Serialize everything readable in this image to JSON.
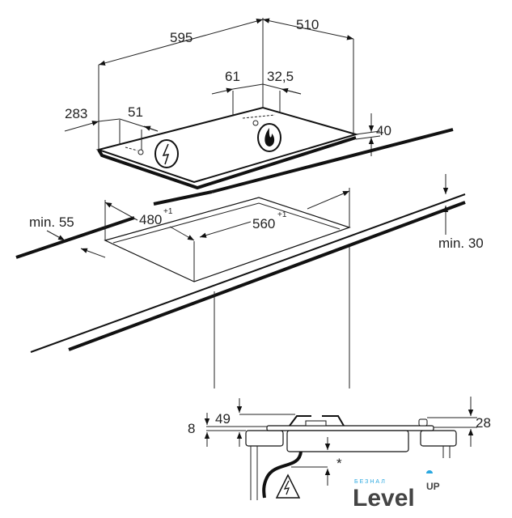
{
  "dimensions": {
    "width": "595",
    "depth": "510",
    "d61": "61",
    "d32_5": "32,5",
    "d283": "283",
    "d51": "51",
    "height": "40",
    "min55": "min. 55",
    "cut_depth": "480",
    "cut_depth_tol": "+1",
    "cut_width": "560",
    "cut_width_tol": "+1",
    "min30": "min. 30",
    "d8": "8",
    "d49": "49",
    "d28": "28",
    "asterisk": "*"
  },
  "icons": [
    "electric-connection-icon",
    "gas-flame-icon",
    "electric-hazard-icon"
  ],
  "logo": {
    "small": "БЕЗНАЛ",
    "main": "Level",
    "suffix": "UP",
    "accent": "#2aa8e0",
    "color": "#444444"
  }
}
